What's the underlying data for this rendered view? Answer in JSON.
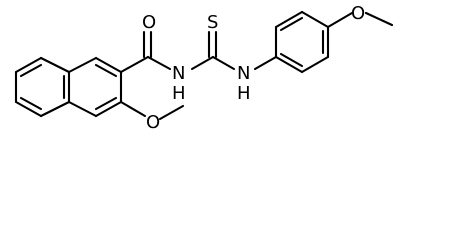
{
  "molecule": {
    "atom_labels": {
      "carbonyl_oxygen": "O",
      "amide_nitrogen": "N",
      "amide_hydrogen": "H",
      "thione_sulfur": "S",
      "thioamide_nitrogen": "N",
      "thioamide_hydrogen": "H",
      "ring_methoxy_oxygen": "O",
      "phenyl_methoxy_oxygen": "O"
    }
  }
}
